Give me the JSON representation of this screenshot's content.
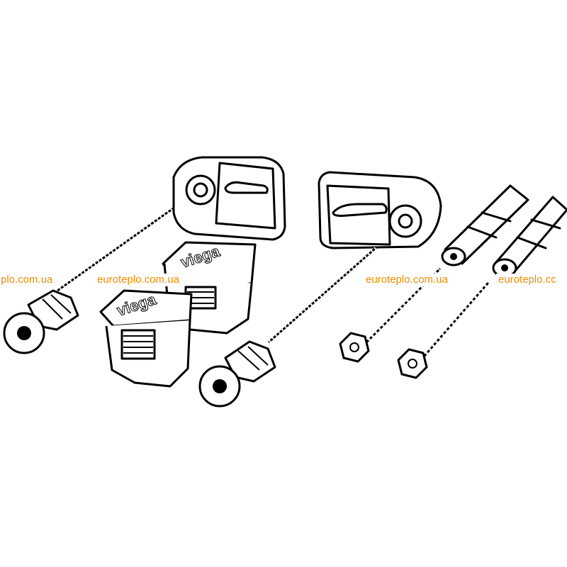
{
  "watermark": {
    "texts": [
      "plo.com.ua",
      "euroteplo.com.ua",
      "euroteplo.com.ua",
      "euroteplo.cc"
    ],
    "color": "#f28c00"
  },
  "product": {
    "brand_text": "viega"
  },
  "colors": {
    "ink": "#000000",
    "background": "#ffffff"
  }
}
